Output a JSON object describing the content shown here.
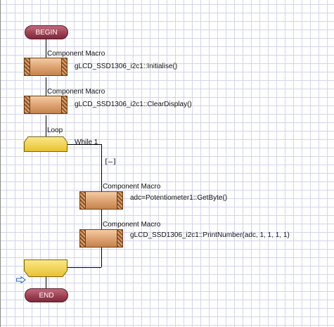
{
  "flowchart": {
    "begin_label": "BEGIN",
    "end_label": "END",
    "macro1": {
      "title": "Component Macro",
      "call": "gLCD_SSD1306_i2c1::Initialise()"
    },
    "macro2": {
      "title": "Component Macro",
      "call": "gLCD_SSD1306_i2c1::ClearDisplay()"
    },
    "loop": {
      "title": "Loop",
      "condition": "While 1",
      "collapse_label": "[–]"
    },
    "macro3": {
      "title": "Component Macro",
      "call": "adc=Potentiometer1::GetByte()"
    },
    "macro4": {
      "title": "Component Macro",
      "call": "gLCD_SSD1306_i2c1::PrintNumber(adc, 1, 1, 1, 1)"
    }
  },
  "colors": {
    "terminator": "#9a3e50",
    "macro": "#dca070",
    "loop": "#f6d860",
    "grid": "#d4d4ec",
    "wire": "#000000",
    "cursor_arrow": "#2a5fb0"
  },
  "icons": {
    "cursor_arrow": "right-arrow-outline"
  }
}
